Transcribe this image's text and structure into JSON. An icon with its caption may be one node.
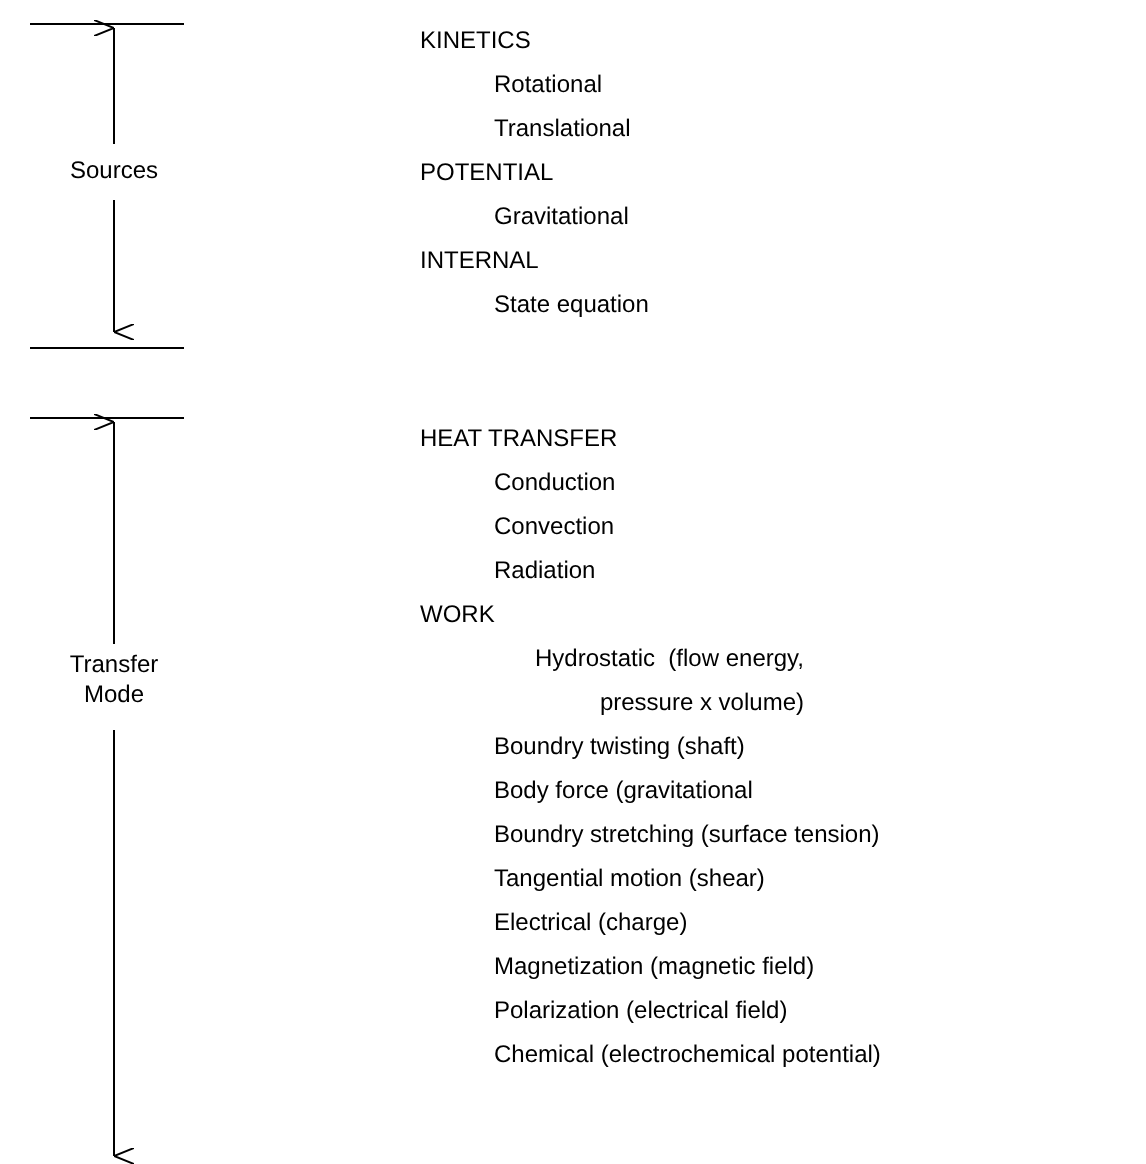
{
  "diagram": {
    "labels": [
      "Sources",
      "KINETICS",
      "Rotational",
      "Translational",
      "POTENTIAL",
      "Gravitational",
      "INTERNAL",
      "State equation",
      "Transfer Mode",
      "HEAT TRANSFER",
      "Conduction",
      "Convection",
      "Radiation",
      "WORK",
      "Hydrostatic  (flow energy, pressure x volume)",
      "Boundry twisting (shaft)",
      "Body force (gravitational",
      "Boundry stretching (surface tension)",
      "Tangential motion (shear)",
      "Electrical (charge)",
      "Magnetization (magnetic field)",
      "Polarization (electrical field)",
      "Chemical (electrochemical potential)"
    ]
  }
}
